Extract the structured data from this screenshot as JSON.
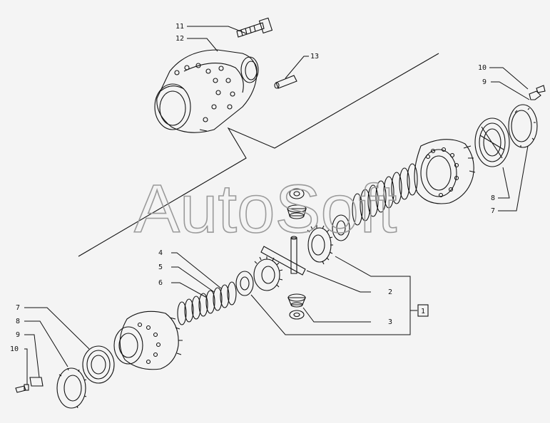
{
  "watermark": "AutoSoft",
  "callouts": {
    "c1": "1",
    "c2": "2",
    "c3": "3",
    "c4": "4",
    "c5": "5",
    "c6": "6",
    "c7_top": "7",
    "c8_top": "8",
    "c9_top": "9",
    "c10_top": "10",
    "c11": "11",
    "c12": "12",
    "c13": "13",
    "c7_bot": "7",
    "c8_bot": "8",
    "c9_bot": "9",
    "c10_bot": "10"
  }
}
